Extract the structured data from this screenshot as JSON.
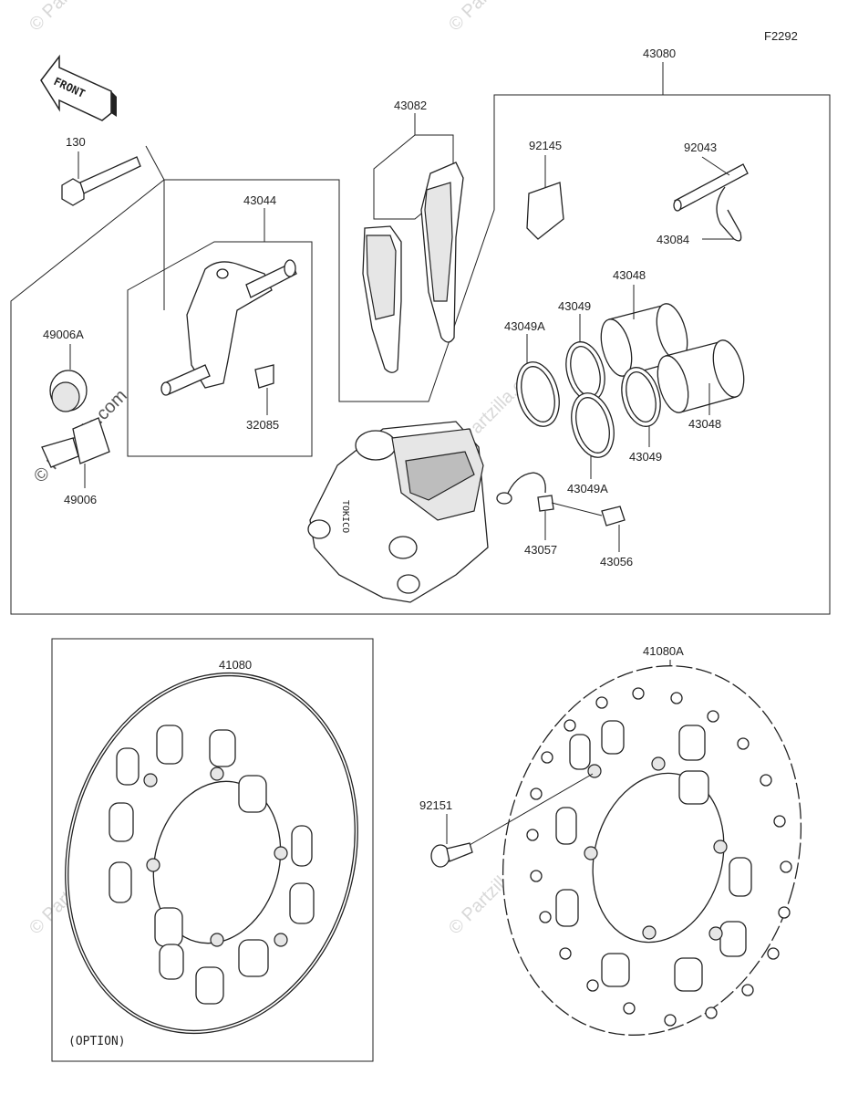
{
  "diagram": {
    "code": "F2292",
    "front_label": "FRONT",
    "option_label": "(OPTION)",
    "watermark": "© Partzilla.com",
    "parts": {
      "p130": "130",
      "p43080": "43080",
      "p43082": "43082",
      "p43044": "43044",
      "p92145": "92145",
      "p92043": "92043",
      "p43084": "43084",
      "p43048a": "43048",
      "p43048b": "43048",
      "p43049a": "43049",
      "p43049b": "43049",
      "p43049A1": "43049A",
      "p43049A2": "43049A",
      "p49006A": "49006A",
      "p49006": "49006",
      "p32085": "32085",
      "p43057": "43057",
      "p43056": "43056",
      "p41080": "41080",
      "p41080A": "41080A",
      "p92151": "92151"
    }
  }
}
